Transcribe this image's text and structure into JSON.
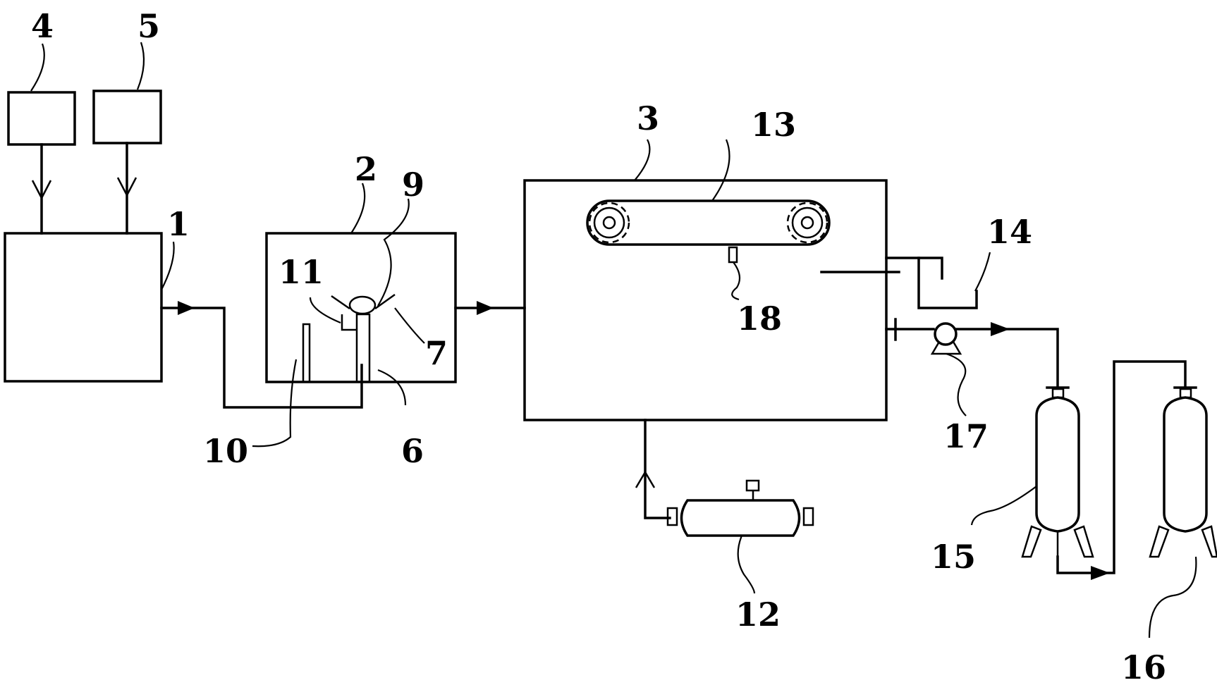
{
  "labels": {
    "l1": "1",
    "l2": "2",
    "l3": "3",
    "l4": "4",
    "l5": "5",
    "l6": "6",
    "l7": "7",
    "l9": "9",
    "l10": "10",
    "l11": "11",
    "l12": "12",
    "l13": "13",
    "l14": "14",
    "l15": "15",
    "l16": "16",
    "l17": "17",
    "l18": "18"
  },
  "colors": {
    "stroke": "#000000",
    "background": "#ffffff"
  }
}
